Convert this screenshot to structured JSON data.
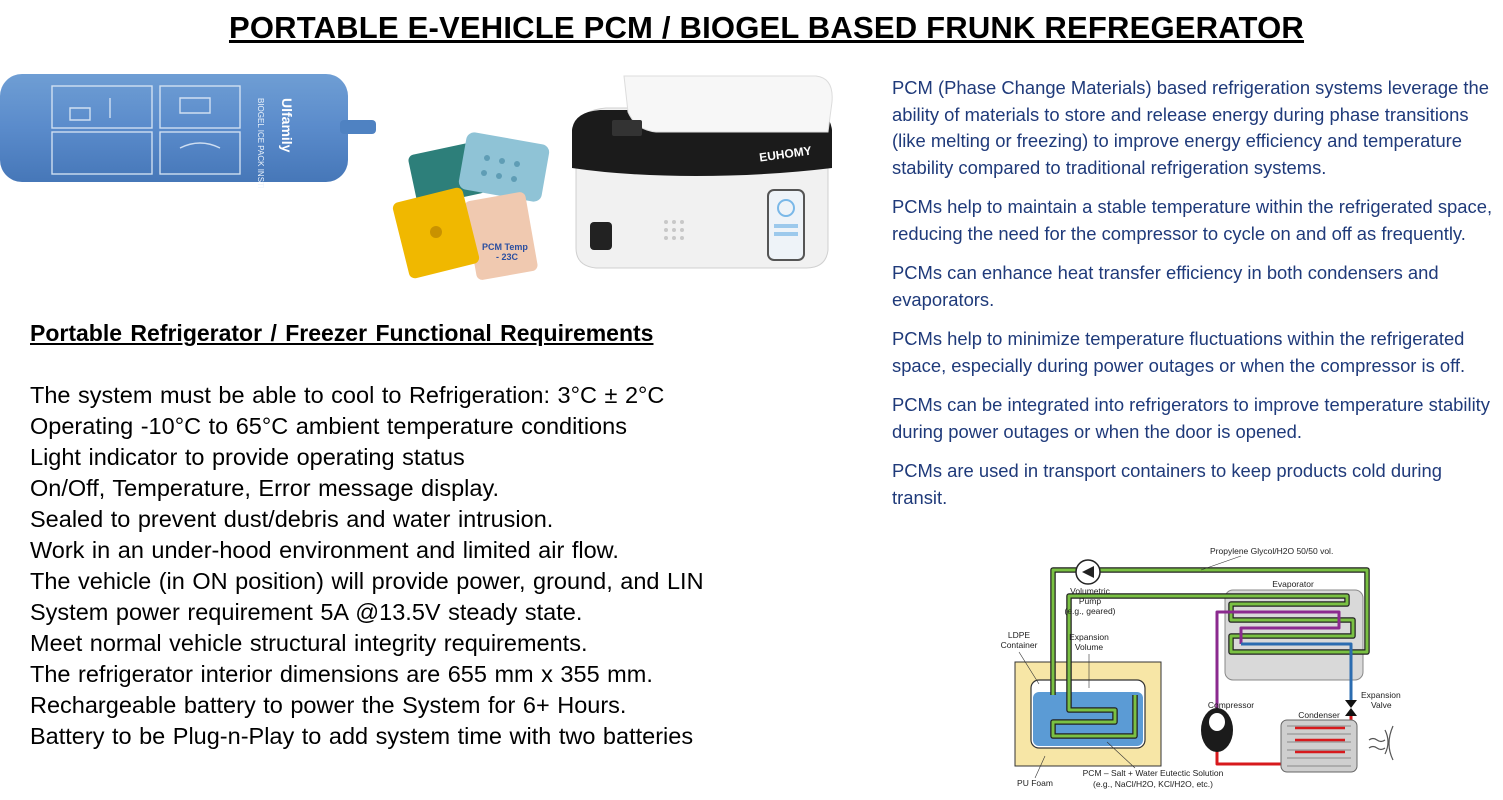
{
  "title": "PORTABLE E-VEHICLE PCM / BIOGEL BASED FRUNK REFREGERATOR",
  "images": {
    "biogel_brand": "Ulfamily",
    "biogel_side_text": "BIOGEL ICE PACK INSTRUCTIONS",
    "pack_label_line1": "PCM Temp",
    "pack_label_line2": "- 23C",
    "fridge_brand": "EUHOMY"
  },
  "requirements": {
    "heading": "Portable Refrigerator / Freezer Functional Requirements",
    "items": [
      "The system must be able to cool to Refrigeration: 3°C ± 2°C",
      "Operating -10°C to 65°C ambient temperature conditions",
      "Light indicator to provide operating status",
      "On/Off, Temperature, Error message  display.",
      "Sealed to prevent dust/debris and water intrusion.",
      "Work in an under-hood environment and limited air flow.",
      "The vehicle (in ON position) will provide power, ground, and LIN",
      "System power requirement 5A @13.5V steady state.",
      "Meet normal vehicle structural integrity requirements.",
      "The refrigerator interior dimensions are 655 mm x 355 mm.",
      "Rechargeable battery to power the System for 6+ Hours.",
      "Battery to be Plug-n-Play to add system time with two batteries"
    ]
  },
  "pcm_points": [
    "PCM (Phase Change Materials) based refrigeration systems leverage the ability of materials to store and release energy during phase transitions (like melting or freezing) to improve energy efficiency and temperature stability compared to traditional refrigeration systems.",
    "PCMs help to maintain a stable temperature within the refrigerated space, reducing the need for the compressor to cycle on and off as frequently.",
    "PCMs can enhance heat transfer efficiency in both condensers and evaporators.",
    "PCMs help to minimize temperature fluctuations within the refrigerated space, especially during power outages or when the compressor is off.",
    "PCMs can be integrated into refrigerators to improve temperature stability during power outages or when the door is opened.",
    "PCMs are used in transport containers to keep products cold during transit."
  ],
  "diagram": {
    "glycol": "Propylene Glycol/H2O 50/50 vol.",
    "pump_1": "Volumetric",
    "pump_2": "Pump",
    "pump_3": "(e.g., geared)",
    "evaporator": "Evaporator",
    "ldpe_1": "LDPE",
    "ldpe_2": "Container",
    "expansion_vol_1": "Expansion",
    "expansion_vol_2": "Volume",
    "compressor": "Compressor",
    "condenser": "Condenser",
    "exp_valve_1": "Expansion",
    "exp_valve_2": "Valve",
    "pu_foam": "PU Foam",
    "pcm_solution_1": "PCM – Salt + Water Eutectic Solution",
    "pcm_solution_2": "(e.g., NaCl/H2O, KCl/H2O, etc.)",
    "colors": {
      "glycol_loop": "#7ac143",
      "refrigerant_hot": "#d7191c",
      "refrigerant_mid": "#8b2a8f",
      "refrigerant_cold": "#2b6cb0",
      "pcm_fill": "#5b9bd5",
      "foam_fill": "#f7e6a6"
    }
  }
}
